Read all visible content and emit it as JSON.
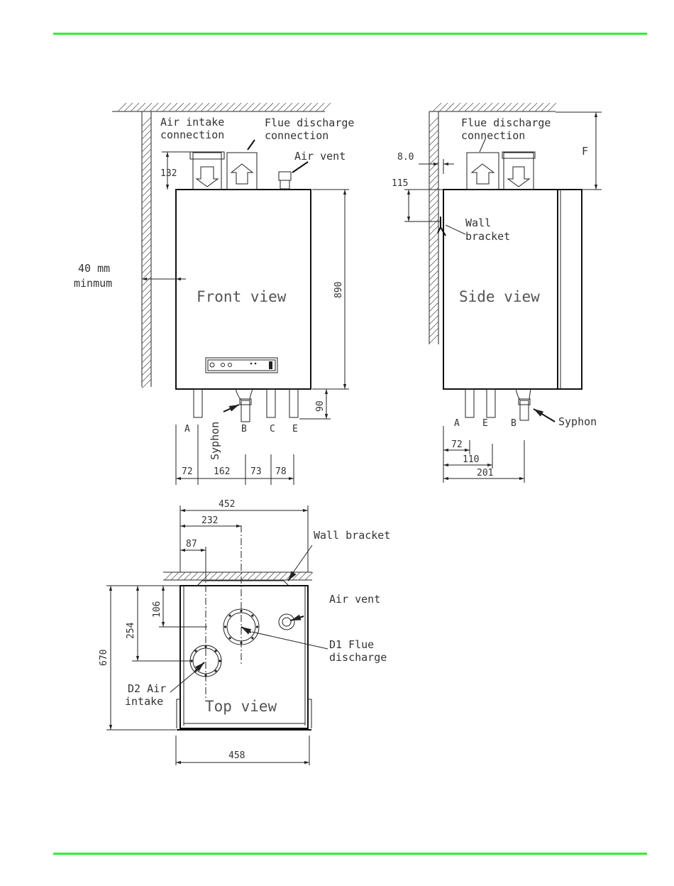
{
  "front": {
    "air_intake": [
      "Air intake",
      "connection"
    ],
    "flue_discharge": [
      "Flue discharge",
      "connection"
    ],
    "air_vent": "Air vent",
    "clearance": [
      "40 mm",
      "minmum"
    ],
    "view_label": "Front view",
    "syphon": "Syphon",
    "height": "890",
    "bottom": "90",
    "top_offset": "132",
    "connections": [
      "A",
      "B",
      "C",
      "E"
    ],
    "spacings": [
      "72",
      "162",
      "73",
      "78"
    ]
  },
  "side": {
    "flue_discharge": [
      "Flue discharge",
      "connection"
    ],
    "wall_bracket": [
      "Wall",
      "bracket"
    ],
    "view_label": "Side view",
    "syphon": "Syphon",
    "wall_gap": "8.0",
    "bracket_drop": "115",
    "f_label": "F",
    "connections": [
      "A",
      "E",
      "B"
    ],
    "dims": [
      "72",
      "110",
      "201"
    ]
  },
  "top": {
    "wall_bracket": "Wall bracket",
    "air_vent": "Air vent",
    "d1": [
      "D1 Flue",
      "discharge"
    ],
    "d2": [
      "D2 Air",
      "intake"
    ],
    "view_label": "Top view",
    "widths": [
      "452",
      "232",
      "87"
    ],
    "depths": [
      "106",
      "254",
      "670"
    ],
    "bottom_width": "458"
  }
}
